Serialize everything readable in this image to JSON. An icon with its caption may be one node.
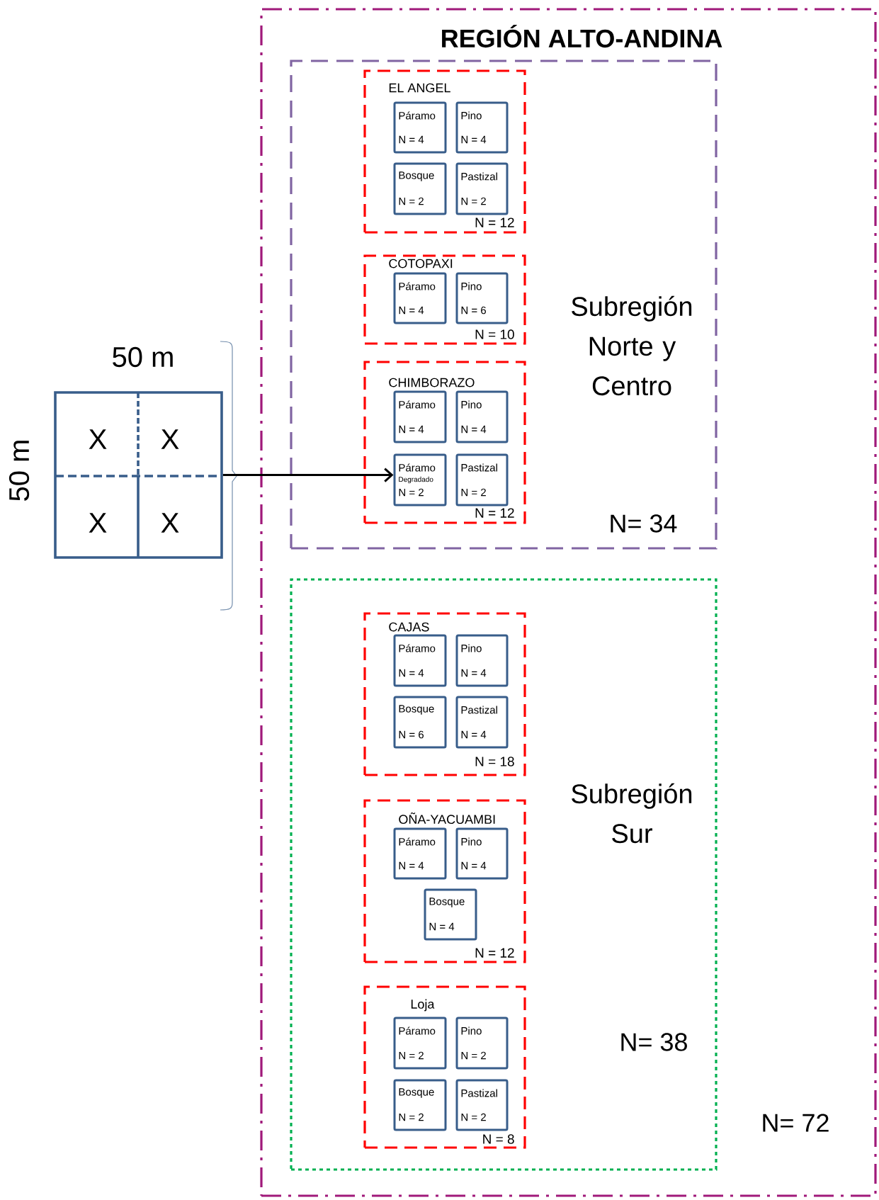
{
  "diagram": {
    "title": "REGIÓN ALTO-ANDINA",
    "nodes": [
      {
        "text": [
          "N= 72"
        ]
      },
      {
        "text": [
          "Subregión Norte y Centro",
          "N= 34"
        ],
        "in": 0
      },
      {
        "text": [
          "EL ANGEL",
          "N = 12"
        ],
        "in": 1
      },
      {
        "text": [
          "Páramo",
          "N = 4"
        ],
        "in": 2
      },
      {
        "text": [
          "Pino",
          "N = 4"
        ],
        "in": 2
      },
      {
        "text": [
          "Bosque",
          "N = 2"
        ],
        "in": 2
      },
      {
        "text": [
          "Pastizal",
          "N = 2"
        ],
        "in": 2
      },
      {
        "text": [
          "COTOPAXI",
          "N = 10"
        ],
        "in": 1
      },
      {
        "text": [
          "Páramo",
          "N = 4"
        ],
        "in": 7
      },
      {
        "text": [
          "Pino",
          "N = 6"
        ],
        "in": 7
      },
      {
        "text": [
          "CHIMBORAZO",
          "N = 12"
        ],
        "in": 1
      },
      {
        "text": [
          "Páramo",
          "N = 4"
        ],
        "in": 10
      },
      {
        "text": [
          "Pino",
          "N = 4"
        ],
        "in": 10
      },
      {
        "text": [
          "Páramo",
          "Degradado",
          "N = 2"
        ],
        "in": 10
      },
      {
        "text": [
          "Pastizal",
          "N = 2"
        ],
        "in": 10
      },
      {
        "text": [
          "Subregión Sur",
          "N= 38"
        ],
        "in": 0
      },
      {
        "text": [
          "CAJAS",
          "N = 18"
        ],
        "in": 15
      },
      {
        "text": [
          "Páramo",
          "N = 4"
        ],
        "in": 16
      },
      {
        "text": [
          "Pino",
          "N = 4"
        ],
        "in": 16
      },
      {
        "text": [
          "Bosque",
          "N = 6"
        ],
        "in": 16
      },
      {
        "text": [
          "Pastizal",
          "N = 4"
        ],
        "in": 16
      },
      {
        "text": [
          "OÑA-YACUAMBI",
          "N = 12"
        ],
        "in": 15
      },
      {
        "text": [
          "Páramo",
          "N = 4"
        ],
        "in": 21
      },
      {
        "text": [
          "Pino",
          "N = 4"
        ],
        "in": 21
      },
      {
        "text": [
          "Bosque",
          "N = 4"
        ],
        "in": 21
      },
      {
        "text": [
          "Loja",
          "N = 8"
        ],
        "in": 15
      },
      {
        "text": [
          "Páramo",
          "N = 2"
        ],
        "in": 25
      },
      {
        "text": [
          "Pino",
          "N = 2"
        ],
        "in": 25
      },
      {
        "text": [
          "Bosque",
          "N = 2"
        ],
        "in": 25
      },
      {
        "text": [
          "Pastizal",
          "N = 2"
        ],
        "in": 25
      },
      {
        "text": [],
        "shape": "box"
      },
      {
        "text": [
          "X"
        ],
        "in": 30
      },
      {
        "text": [
          "X"
        ],
        "in": 30
      },
      {
        "text": [
          "X"
        ],
        "in": 30
      },
      {
        "text": [
          "X"
        ],
        "in": 30
      }
    ],
    "edges": [
      {
        "from": 30,
        "to": 13,
        "arrow": "to"
      }
    ],
    "labels": [
      "50 m",
      "50 m"
    ]
  }
}
